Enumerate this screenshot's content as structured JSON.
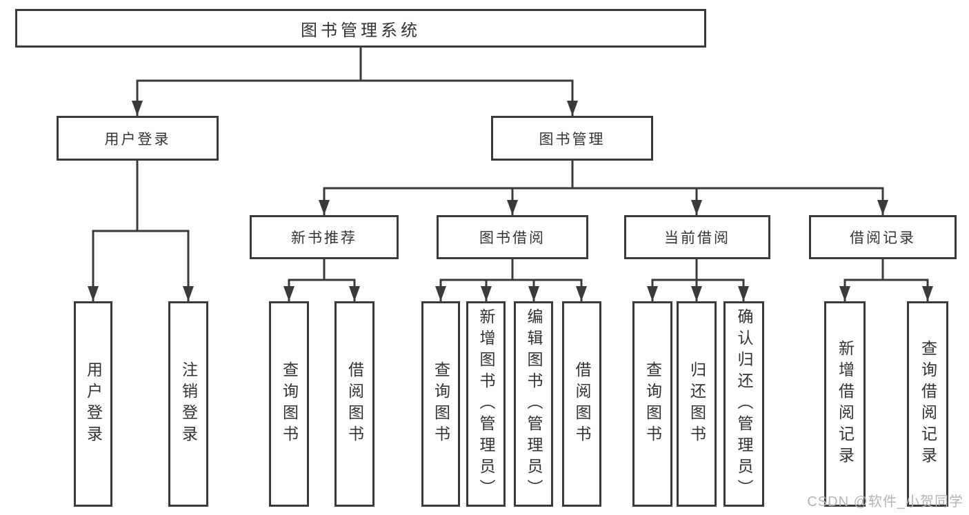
{
  "diagram": {
    "root": {
      "label": "图书管理系统"
    },
    "login_branch": {
      "label": "用户登录",
      "children": {
        "login": "用户登录",
        "logout": "注销登录"
      }
    },
    "mgmt_branch": {
      "label": "图书管理",
      "sections": {
        "new_books": {
          "label": "新书推荐",
          "children": {
            "query": "查询图书",
            "borrow": "借阅图书"
          }
        },
        "borrowing": {
          "label": "图书借阅",
          "children": {
            "query": "查询图书",
            "add": "新增图书（管理员）",
            "edit": "编辑图书（管理员）",
            "borrow": "借阅图书"
          }
        },
        "current": {
          "label": "当前借阅",
          "children": {
            "query": "查询图书",
            "return": "归还图书",
            "confirm": "确认归还（管理员）"
          }
        },
        "records": {
          "label": "借阅记录",
          "children": {
            "add": "新增借阅记录",
            "query": "查询借阅记录"
          }
        }
      }
    }
  },
  "watermark": "CSDN @软件_小贺同学"
}
